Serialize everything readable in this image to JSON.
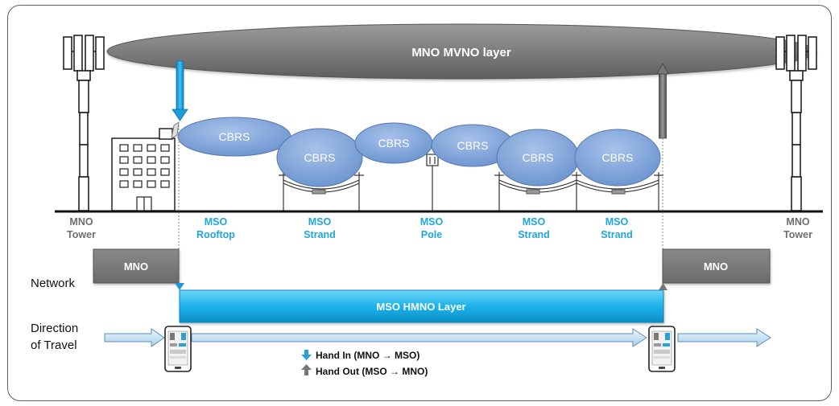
{
  "layers": {
    "mvno": "MNO MVNO layer",
    "hmno": "MSO HMNO Layer"
  },
  "cells": [
    "CBRS",
    "CBRS",
    "CBRS",
    "CBRS",
    "CBRS",
    "CBRS"
  ],
  "sites": {
    "left_tower": [
      "MNO",
      "Tower"
    ],
    "rooftop": [
      "MSO",
      "Rooftop"
    ],
    "strand_1": [
      "MSO",
      "Strand"
    ],
    "pole": [
      "MSO",
      "Pole"
    ],
    "strand_2": [
      "MSO",
      "Strand"
    ],
    "strand_3": [
      "MSO",
      "Strand"
    ],
    "right_tower": [
      "MNO",
      "Tower"
    ]
  },
  "network_boxes": {
    "left": "MNO",
    "right": "MNO"
  },
  "row_labels": {
    "network": "Network",
    "direction": [
      "Direction",
      "of Travel"
    ]
  },
  "legend": {
    "hand_in": "Hand In (MNO → MSO)",
    "hand_out": "Hand Out (MSO → MNO)"
  },
  "colors": {
    "mvno_layer": "#7f7f7f",
    "hmno_layer": "#1fb4ec",
    "cbrs_cell": "#7aa0d8",
    "mso_label": "#1ea6e0",
    "mno_label": "#6f6f6f",
    "mno_box": "#7b7b7b",
    "hand_in_arrow": "#2b9fd8",
    "hand_out_arrow": "#777777",
    "travel_arrow": "#cfe6f5"
  }
}
